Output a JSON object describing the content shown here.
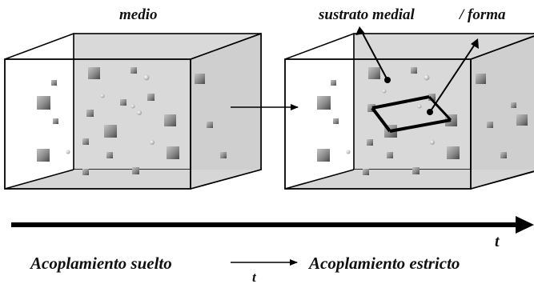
{
  "labels": {
    "left_top": "medio",
    "right_top": "sustrato medial",
    "right_top_form": "/ forma",
    "time_axis": "t",
    "bottom_left": "Acoplamiento suelto",
    "bottom_t": "t",
    "bottom_right": "Acoplamiento estricto"
  }
}
